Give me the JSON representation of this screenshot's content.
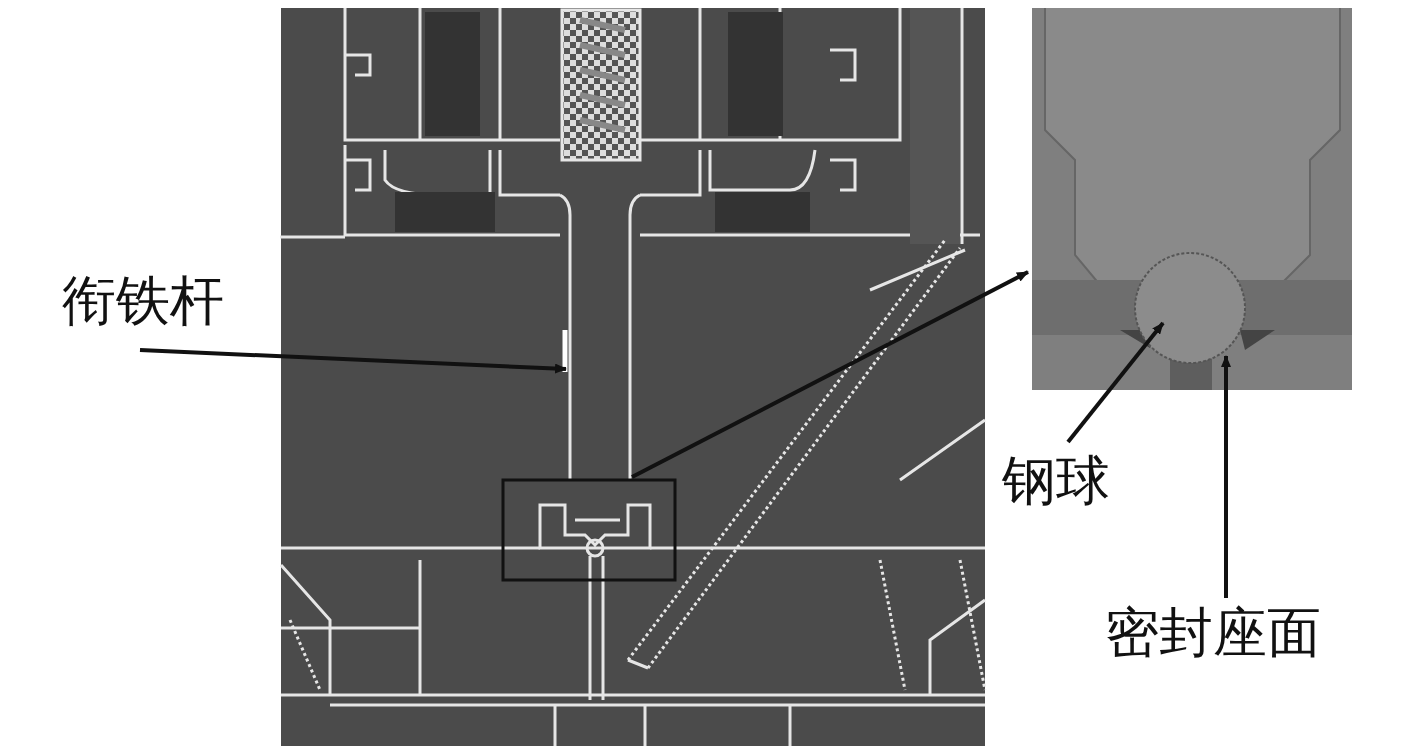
{
  "diagram": {
    "labels": [
      "衔铁杆",
      "钢球",
      "密封座面"
    ]
  }
}
